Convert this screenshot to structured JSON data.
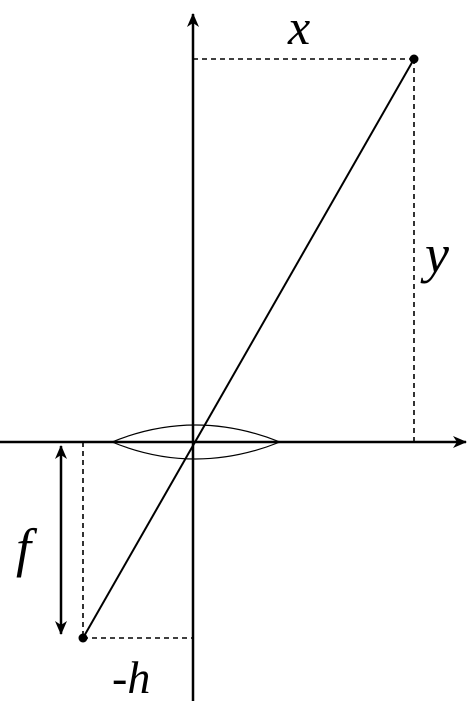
{
  "diagram": {
    "labels": {
      "x": "x",
      "y": "y",
      "f": "f",
      "neg_h": "-h"
    }
  }
}
